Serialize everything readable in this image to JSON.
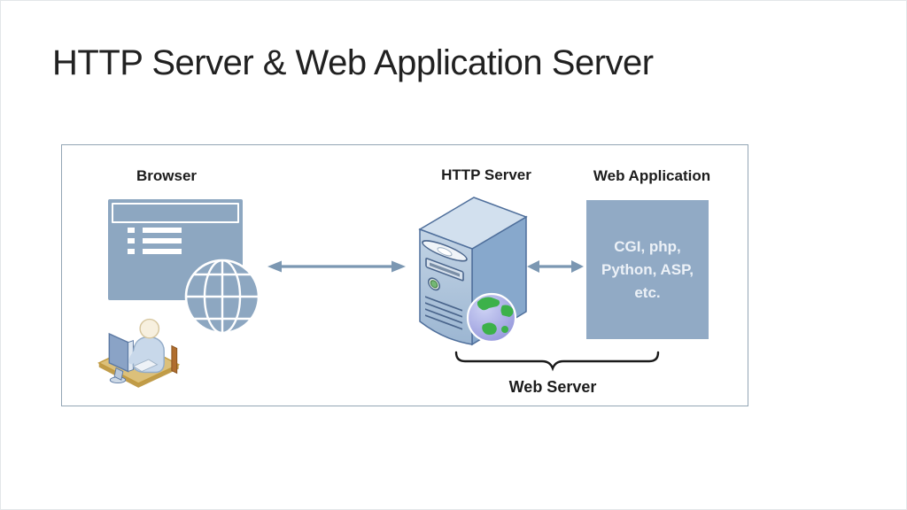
{
  "title": "HTTP Server & Web Application Server",
  "diagram": {
    "browser_label": "Browser",
    "http_server_label": "HTTP Server",
    "web_application_label": "Web Application",
    "web_server_label": "Web Server",
    "web_app_box": {
      "lines": [
        "CGI, php,",
        "Python, ASP,",
        "etc."
      ]
    },
    "icons": {
      "browser_window": "browser-window-icon",
      "globe": "globe-icon",
      "user_at_desk": "user-at-desk-icon",
      "server_tower": "server-tower-icon",
      "earth": "earth-icon",
      "arrows": "double-headed-arrow-icon",
      "brace": "underbrace-icon"
    },
    "colors": {
      "clipart_blue": "#8da7c1",
      "web_app_box_fill": "#91aac5",
      "web_app_text": "#ecf1f7",
      "arrow": "#7b97b2",
      "panel_border": "#93a5b5",
      "label_text": "#1c1c1c",
      "brace": "#1a1a1a",
      "server_side": "#87a8cc",
      "server_top": "#d2e0ee",
      "earth_green": "#3cb14a"
    }
  }
}
